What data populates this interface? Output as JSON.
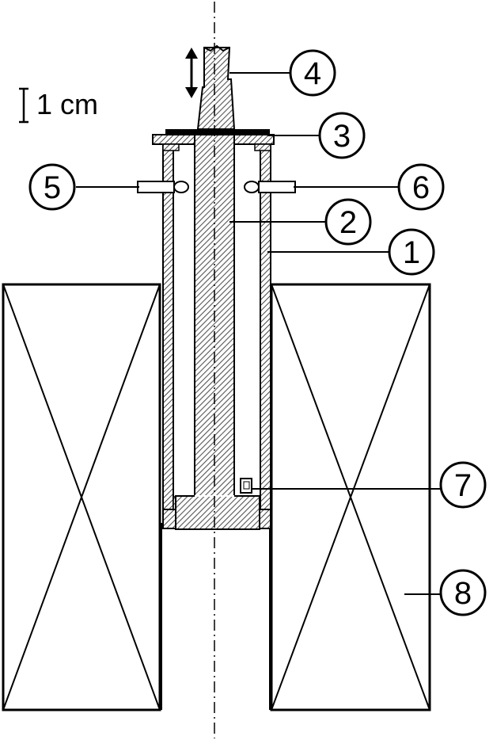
{
  "scale_bar": {
    "label": "1 cm"
  },
  "callouts": [
    {
      "number": "1"
    },
    {
      "number": "2"
    },
    {
      "number": "3"
    },
    {
      "number": "4"
    },
    {
      "number": "5"
    },
    {
      "number": "6"
    },
    {
      "number": "7"
    },
    {
      "number": "8"
    }
  ],
  "colors": {
    "line": "#000000",
    "hatch": "#808080",
    "background": "#ffffff"
  }
}
